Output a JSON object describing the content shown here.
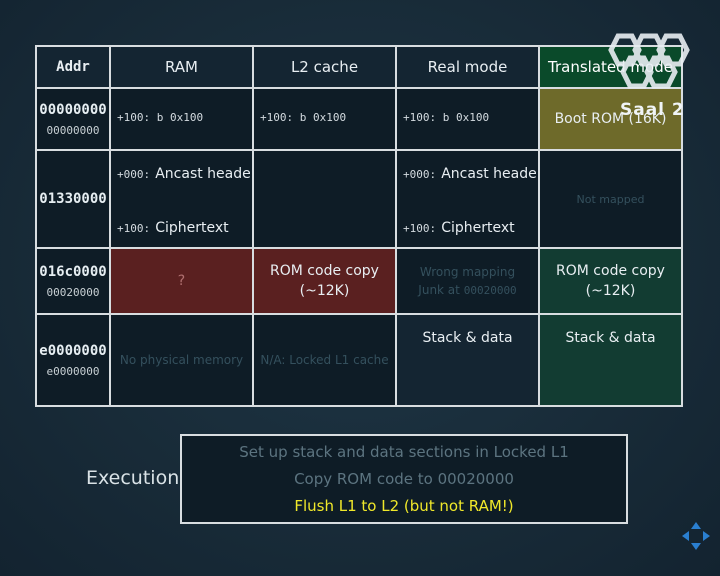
{
  "table": {
    "headers": {
      "addr": "Addr",
      "ram": "RAM",
      "l2": "L2 cache",
      "real": "Real mode",
      "translated": "Translated mode"
    },
    "rows": [
      {
        "addr": "00000000",
        "addr_sub": "00000000",
        "ram": {
          "prefix": "+100:",
          "text": "b 0x100"
        },
        "l2": {
          "prefix": "+100:",
          "text": "b 0x100"
        },
        "real": {
          "prefix": "+100:",
          "text": "b 0x100"
        },
        "translated": "Boot ROM (16K)"
      },
      {
        "addr": "01330000",
        "ram": [
          {
            "prefix": "+000:",
            "text": "Ancast header"
          },
          {
            "prefix": "+100:",
            "text": "Ciphertext"
          }
        ],
        "real": [
          {
            "prefix": "+000:",
            "text": "Ancast header"
          },
          {
            "prefix": "+100:",
            "text": "Ciphertext"
          }
        ],
        "translated": "Not mapped"
      },
      {
        "addr": "016c0000",
        "addr_sub": "00020000",
        "ram": "?",
        "l2": [
          "ROM code copy",
          "(~12K)"
        ],
        "real": {
          "line1": "Wrong mapping",
          "line2_prefix": "Junk at",
          "line2_addr": "00020000"
        },
        "translated": [
          "ROM code copy",
          "(~12K)"
        ]
      },
      {
        "addr": "e0000000",
        "addr_sub": "e0000000",
        "ram": "No physical memory",
        "l2": "N/A: Locked L1 cache",
        "real": "Stack & data",
        "translated": "Stack & data"
      }
    ]
  },
  "execution": {
    "label": "Execution:",
    "lines": [
      "Set up stack and data sections in Locked L1",
      "Copy ROM code to 00020000",
      "Flush L1 to L2 (but not RAM!)"
    ]
  },
  "logo": {
    "text": "Saal 2"
  },
  "colors": {
    "translated_header": "#0a4a2a",
    "boot_rom": "#6e6a2a",
    "ram_red": "#5a2020",
    "l2_red": "#5a2020",
    "translated_green": "#123c32",
    "highlight": "#f0e82a"
  }
}
